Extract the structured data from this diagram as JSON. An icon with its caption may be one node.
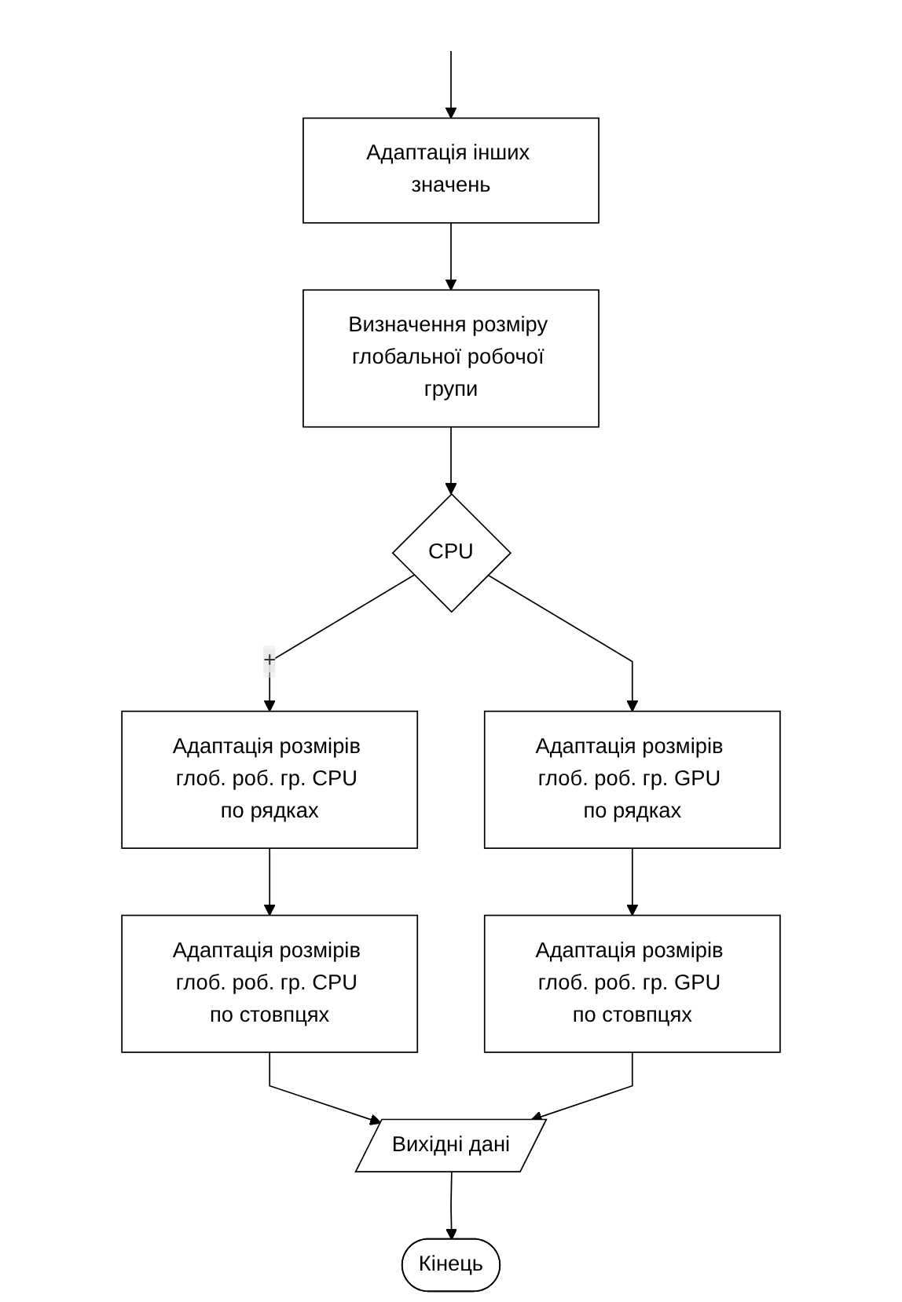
{
  "diagram": {
    "nodes": [
      {
        "text": [
          "Адаптація інших значень"
        ]
      },
      {
        "text": [
          "Визначення розміру глобальної робочої групи"
        ]
      },
      {
        "text": [
          "CPU"
        ]
      },
      {
        "text": [
          "Адаптація розмірів глоб. роб. гр. CPU по рядках"
        ]
      },
      {
        "text": [
          "Адаптація розмірів глоб. роб. гр. GPU по рядках"
        ]
      },
      {
        "text": [
          "Адаптація розмірів глоб. роб. гр. CPU по стовпцях"
        ]
      },
      {
        "text": [
          "Адаптація розмірів глоб. роб. гр. GPU по стовпцях"
        ]
      },
      {
        "text": [
          "Вихідні дані"
        ]
      },
      {
        "text": [
          "Кінець"
        ]
      }
    ],
    "edges": [
      {
        "from": null,
        "to": 0,
        "arrow": "to"
      },
      {
        "from": 0,
        "to": 1,
        "arrow": "to"
      },
      {
        "from": 1,
        "to": 2,
        "arrow": "to"
      },
      {
        "from": 2,
        "to": 3,
        "arrow": "to",
        "label": "+"
      },
      {
        "from": 2,
        "to": 4,
        "arrow": "to"
      },
      {
        "from": 3,
        "to": 5,
        "arrow": "to"
      },
      {
        "from": 4,
        "to": 6,
        "arrow": "to"
      },
      {
        "from": 5,
        "to": 7,
        "arrow": "to"
      },
      {
        "from": 6,
        "to": 7,
        "arrow": "to"
      },
      {
        "from": 7,
        "to": 8,
        "arrow": "to"
      }
    ]
  }
}
